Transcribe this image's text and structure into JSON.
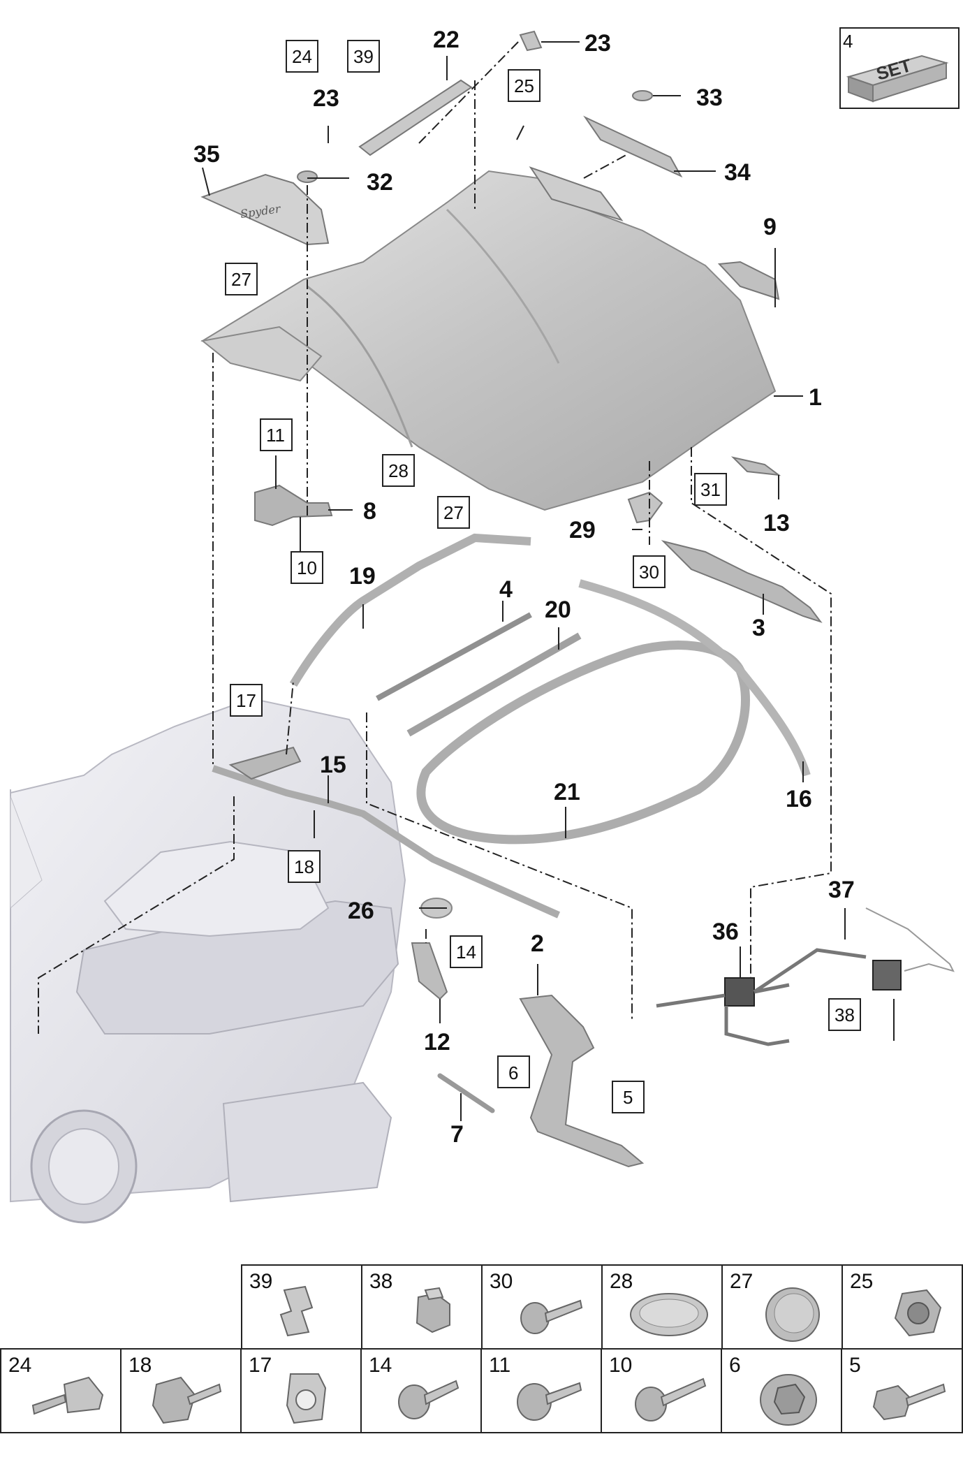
{
  "set_box": {
    "number": "4",
    "text": "SET"
  },
  "callouts": {
    "c1": "1",
    "c2": "2",
    "c3": "3",
    "c4": "4",
    "c7": "7",
    "c8": "8",
    "c9": "9",
    "c12": "12",
    "c13": "13",
    "c15": "15",
    "c16": "16",
    "c19": "19",
    "c20": "20",
    "c21": "21",
    "c22": "22",
    "c23a": "23",
    "c23b": "23",
    "c26": "26",
    "c29": "29",
    "c32": "32",
    "c33": "33",
    "c34": "34",
    "c35": "35",
    "c36": "36",
    "c37": "37"
  },
  "boxed": {
    "b5": "5",
    "b6": "6",
    "b10": "10",
    "b11": "11",
    "b14": "14",
    "b17": "17",
    "b18": "18",
    "b24": "24",
    "b25": "25",
    "b27a": "27",
    "b27b": "27",
    "b28": "28",
    "b30": "30",
    "b31": "31",
    "b38": "38",
    "b39": "39"
  },
  "badge_text": "Spyder",
  "fastener_grid": {
    "row1": [
      "39",
      "38",
      "30",
      "28",
      "27",
      "25"
    ],
    "row2": [
      "24",
      "18",
      "17",
      "14",
      "11",
      "10",
      "6",
      "5"
    ]
  },
  "colors": {
    "part": "#c8c8c8",
    "part_dark": "#8f8f8f",
    "car": "#e4e4ea",
    "line": "#222222"
  }
}
